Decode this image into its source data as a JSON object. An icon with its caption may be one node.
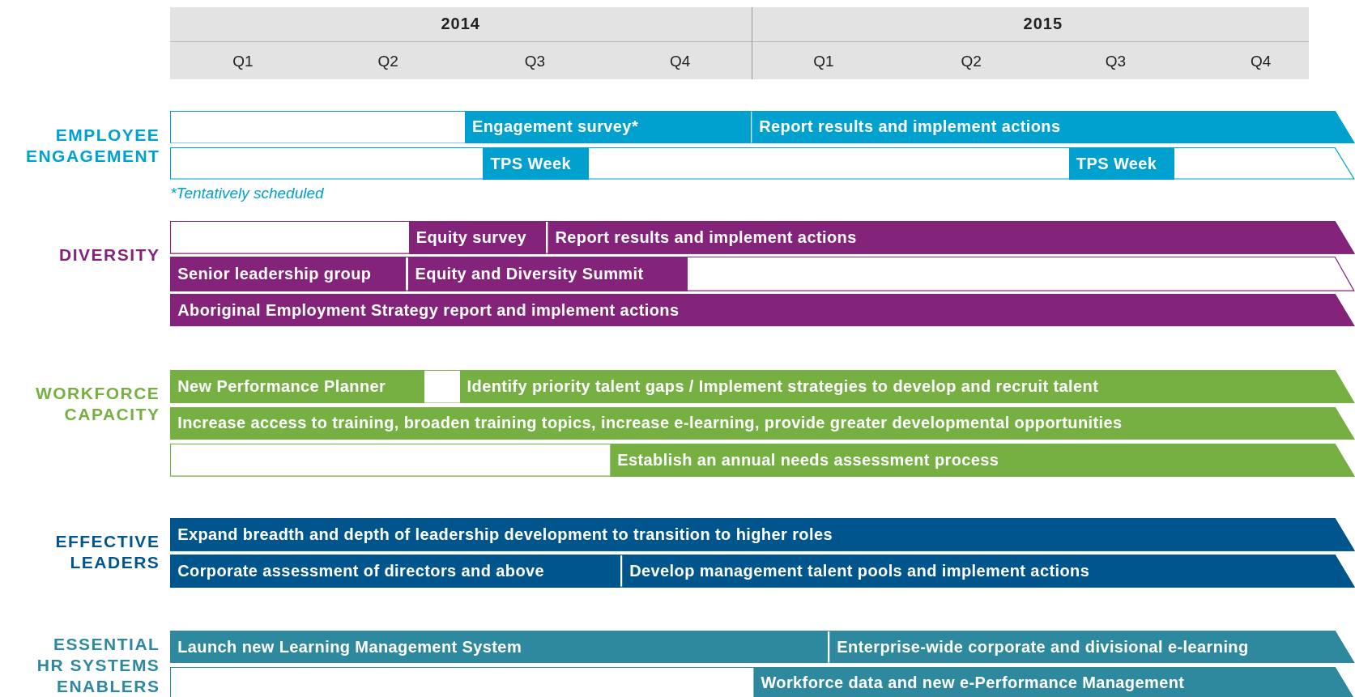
{
  "diagram": {
    "nodes": [
      {
        "text": [],
        "shape": "bar"
      },
      {
        "text": [
          "Engagement survey*"
        ],
        "in": 0
      },
      {
        "text": [
          "Report results and implement actions"
        ],
        "in": 0
      },
      {
        "text": [],
        "shape": "bar"
      },
      {
        "text": [
          "TPS Week"
        ],
        "in": 3
      },
      {
        "text": [
          "TPS Week"
        ],
        "in": 3
      },
      {
        "text": [],
        "shape": "bar"
      },
      {
        "text": [
          "Equity survey"
        ],
        "in": 6
      },
      {
        "text": [
          "Report results and implement actions"
        ],
        "in": 6
      },
      {
        "text": [],
        "shape": "bar"
      },
      {
        "text": [
          "Senior leadership group"
        ],
        "in": 9
      },
      {
        "text": [
          "Equity and Diversity Summit"
        ],
        "in": 9
      },
      {
        "text": [],
        "shape": "bar"
      },
      {
        "text": [
          "Aboriginal Employment Strategy report and implement actions"
        ],
        "in": 12
      },
      {
        "text": [],
        "shape": "bar"
      },
      {
        "text": [
          "New Performance Planner"
        ],
        "in": 14
      },
      {
        "text": [
          "Identify priority talent gaps / Implement strategies to develop and recruit talent"
        ],
        "in": 14
      },
      {
        "text": [],
        "shape": "bar"
      },
      {
        "text": [
          "Increase access to training, broaden training topics, increase e-learning, provide greater developmental opportunities"
        ],
        "in": 17
      },
      {
        "text": [],
        "shape": "bar"
      },
      {
        "text": [
          "Establish an annual needs assessment process"
        ],
        "in": 19
      },
      {
        "text": [],
        "shape": "bar"
      },
      {
        "text": [
          "Expand breadth and depth of leadership development to transition to higher roles"
        ],
        "in": 21
      },
      {
        "text": [],
        "shape": "bar"
      },
      {
        "text": [
          "Corporate assessment of directors and above"
        ],
        "in": 23
      },
      {
        "text": [
          "Develop management talent pools and implement actions"
        ],
        "in": 23
      },
      {
        "text": [],
        "shape": "bar"
      },
      {
        "text": [
          "Launch new Learning Management System"
        ],
        "in": 26
      },
      {
        "text": [
          "Enterprise-wide corporate and divisional e-learning"
        ],
        "in": 26
      },
      {
        "text": [],
        "shape": "bar"
      },
      {
        "text": [
          "Workforce data and new e-Performance Management"
        ],
        "in": 29
      }
    ],
    "labels": [
      "2014",
      "2015",
      "Q1",
      "Q2",
      "Q3",
      "Q4",
      "Q1",
      "Q2",
      "Q3",
      "Q4",
      "EMPLOYEE ENGAGEMENT",
      "*Tentatively scheduled",
      "DIVERSITY",
      "WORKFORCE CAPACITY",
      "EFFECTIVE LEADERS",
      "ESSENTIAL HR SYSTEMS ENABLERS"
    ]
  }
}
